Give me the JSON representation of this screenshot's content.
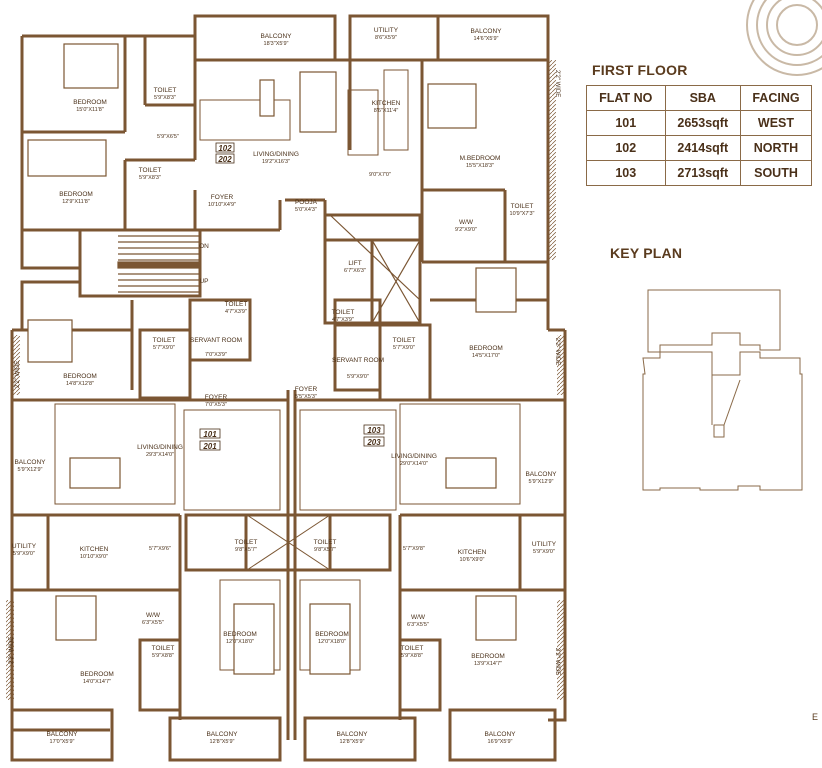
{
  "title": "FIRST FLOOR",
  "table": {
    "headers": [
      "FLAT NO",
      "SBA",
      "FACING"
    ],
    "rows": [
      [
        "101",
        "2653sqft",
        "WEST"
      ],
      [
        "102",
        "2414sqft",
        "NORTH"
      ],
      [
        "103",
        "2713sqft",
        "SOUTH"
      ]
    ]
  },
  "key_plan_title": "KEY PLAN",
  "edge_letter": "E",
  "colors": {
    "wall": "#7b5633",
    "ink": "#4a3019"
  },
  "rooms": {
    "balcony_top_left": {
      "name": "BALCONY",
      "dim": "18'3\"X5'9\""
    },
    "utility_top": {
      "name": "UTILITY",
      "dim": "8'6\"X5'9\""
    },
    "balcony_top_right": {
      "name": "BALCONY",
      "dim": "14'6\"X5'9\""
    },
    "bedroom_nw": {
      "name": "BEDROOM",
      "dim": "15'0\"X11'8\""
    },
    "toilet_nw": {
      "name": "TOILET",
      "dim": "5'9\"X8'3\""
    },
    "kitchen_n": {
      "name": "KITCHEN",
      "dim": "8'6\"X11'4\""
    },
    "living_102": {
      "name": "LIVING/DINING",
      "dim": "19'2\"X16'3\""
    },
    "passage_559": {
      "dim": "5'9\"X6'5\""
    },
    "bedroom_w2": {
      "name": "BEDROOM",
      "dim": "12'9\"X11'8\""
    },
    "toilet_w2": {
      "name": "TOILET",
      "dim": "5'9\"X8'3\""
    },
    "foyer_102": {
      "name": "FOYER",
      "dim": "10'10\"X4'9\""
    },
    "pooja": {
      "name": "POOJA",
      "dim": "5'0\"X4'3\""
    },
    "passage_n": {
      "dim": "9'0\"X7'0\""
    },
    "mbedroom": {
      "name": "M.BEDROOM",
      "dim": "15'5\"X18'3\""
    },
    "toilet_ne": {
      "name": "TOILET",
      "dim": "10'9\"X7'3\""
    },
    "ww_ne": {
      "name": "W/W",
      "dim": "9'2\"X9'0\""
    },
    "lift": {
      "name": "LIFT",
      "dim": "6'7\"X6'3\""
    },
    "stair_on": "ON",
    "stair_up": "UP",
    "bedroom_w3": {
      "name": "BEDROOM",
      "dim": "14'8\"X12'8\""
    },
    "toilet_101": {
      "name": "TOILET",
      "dim": "5'7\"X9'0\""
    },
    "toilet_small": {
      "name": "TOILET",
      "dim": "4'7\"X3'9\""
    },
    "servant_101": {
      "name": "SERVANT ROOM",
      "dim": "7'0\"X3'9\""
    },
    "foyer_101": {
      "name": "FOYER",
      "dim": "7'0\"X5'3\""
    },
    "toilet_lift": {
      "name": "TOILET",
      "dim": "4'7\"X3'9\""
    },
    "toilet_103": {
      "name": "TOILET",
      "dim": "5'7\"X9'0\""
    },
    "servant_103": {
      "name": "SERVANT ROOM",
      "dim": "5'9\"X9'0\""
    },
    "foyer_103": {
      "name": "FOYER",
      "dim": "5'5\"X5'3\""
    },
    "bedroom_e3": {
      "name": "BEDROOM",
      "dim": "14'5\"X17'0\""
    },
    "living_101": {
      "name": "LIVING/DINING",
      "dim": "29'3\"X14'0\""
    },
    "living_103": {
      "name": "LIVING/DINING",
      "dim": "29'0\"X14'0\""
    },
    "balcony_w": {
      "name": "BALCONY",
      "dim": "5'9\"X12'9\""
    },
    "balcony_e": {
      "name": "BALCONY",
      "dim": "5'9\"X12'9\""
    },
    "utility_w": {
      "name": "UTILITY",
      "dim": "5'9\"X9'0\""
    },
    "kitchen_w": {
      "name": "KITCHEN",
      "dim": "10'10\"X9'0\""
    },
    "pass_w": {
      "dim": "5'7\"X9'6\""
    },
    "toilet_cw": {
      "name": "TOILET",
      "dim": "9'8\"X5'7\""
    },
    "toilet_ce": {
      "name": "TOILET",
      "dim": "9'8\"X5'7\""
    },
    "pass_e": {
      "dim": "5'7\"X9'8\""
    },
    "kitchen_e": {
      "name": "KITCHEN",
      "dim": "10'6\"X9'0\""
    },
    "utility_e": {
      "name": "UTILITY",
      "dim": "5'9\"X9'0\""
    },
    "ww_sw": {
      "name": "W/W",
      "dim": "6'3\"X5'5\""
    },
    "ww_se": {
      "name": "W/W",
      "dim": "6'3\"X5'5\""
    },
    "bedroom_sw": {
      "name": "BEDROOM",
      "dim": "14'0\"X14'7\""
    },
    "toilet_sw": {
      "name": "TOILET",
      "dim": "5'9\"X8'8\""
    },
    "bedroom_sc1": {
      "name": "BEDROOM",
      "dim": "12'0\"X18'0\""
    },
    "bedroom_sc2": {
      "name": "BEDROOM",
      "dim": "12'0\"X18'0\""
    },
    "toilet_se": {
      "name": "TOILET",
      "dim": "5'9\"X8'8\""
    },
    "bedroom_se": {
      "name": "BEDROOM",
      "dim": "13'9\"X14'7\""
    },
    "balcony_b1": {
      "name": "BALCONY",
      "dim": "17'0\"X5'9\""
    },
    "balcony_b2": {
      "name": "BALCONY",
      "dim": "12'8\"X5'9\""
    },
    "balcony_b3": {
      "name": "BALCONY",
      "dim": "12'8\"X5'9\""
    },
    "balcony_b4": {
      "name": "BALCONY",
      "dim": "16'9\"X5'9\""
    }
  },
  "flat_tags": {
    "f102": "102",
    "f202": "202",
    "f101": "101",
    "f201": "201",
    "f103": "103",
    "f203": "203"
  },
  "wide_labels": {
    "ne": "2'2\" WIDE",
    "w3": "2'2\" WIDE",
    "e3": "2'2\" WIDE",
    "sw": "2'2\" WIDE",
    "se": "2'2\" WIDE"
  }
}
